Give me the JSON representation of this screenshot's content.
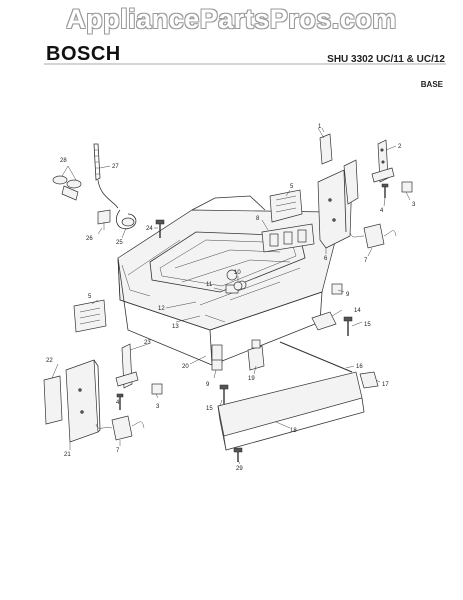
{
  "watermark": "AppliancePartsPros.com",
  "header": {
    "brand": "BOSCH",
    "model": "SHU 3302 UC/11 & UC/12",
    "section": "BASE"
  },
  "callouts": [
    "1",
    "2",
    "3",
    "4",
    "5",
    "6",
    "7",
    "8",
    "9",
    "10",
    "11",
    "12",
    "13",
    "14",
    "15",
    "16",
    "17",
    "18",
    "19",
    "20",
    "21",
    "22",
    "23",
    "24",
    "25",
    "26",
    "27",
    "28",
    "29"
  ]
}
